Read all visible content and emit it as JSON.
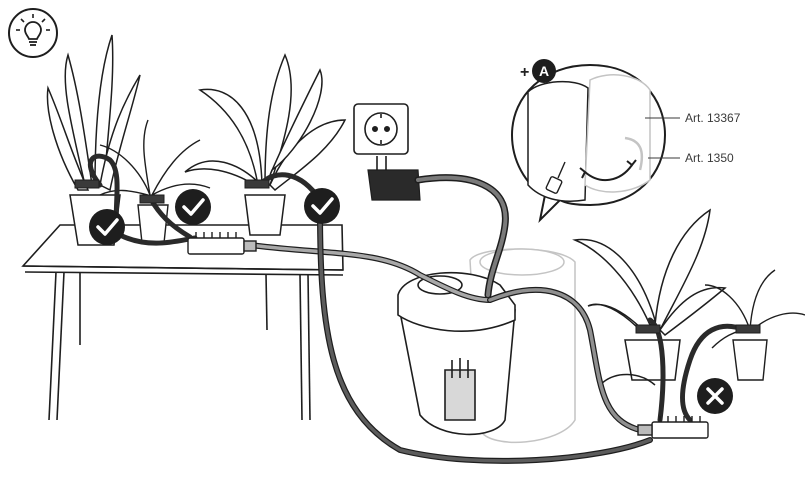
{
  "callout": {
    "plus_sign": "+",
    "badge_letter": "A",
    "labels": [
      {
        "text": "Art. 13367"
      },
      {
        "text": "Art. 1350"
      }
    ]
  },
  "markers": {
    "ok_count": 3,
    "fail_count": 1
  },
  "icons": [
    "lightbulb-icon",
    "checkmark-icon",
    "cross-icon",
    "power-socket-icon",
    "power-adapter-icon"
  ],
  "colors": {
    "ink": "#1e1e1e",
    "tube_dark": "#3a3a3a",
    "tube_grey": "#8c8c8c",
    "ghost": "#bdbdbd",
    "badge": "#1e1e1e"
  }
}
